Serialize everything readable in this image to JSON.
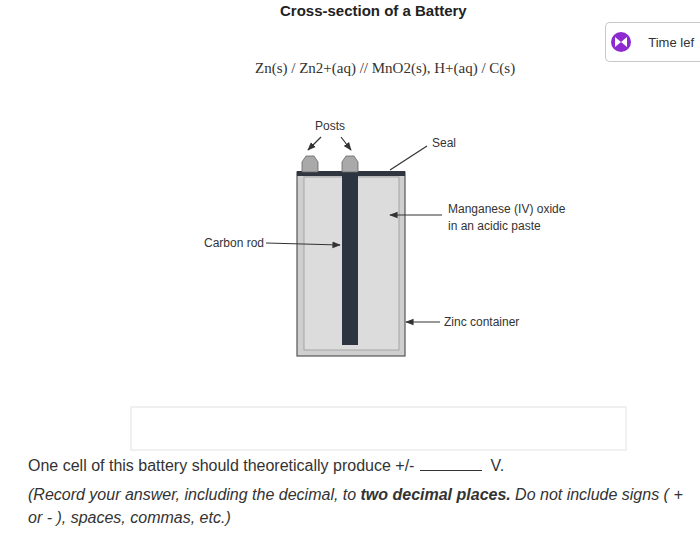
{
  "diagram": {
    "title": "Cross-section of a Battery",
    "nodes": [
      {
        "text": [
          "Time lef"
        ]
      }
    ],
    "labels": [
      "Zn(s) / Zn2+(aq) // MnO2(s), H+(aq) / C(s)",
      "Posts",
      "Seal",
      "Manganese (IV) oxide in an acidic paste",
      "Carbon rod",
      "Zinc container",
      "One cell of this battery should theoretically produce +/-",
      "V.",
      "(Record your answer, including the decimal, to",
      "two decimal places.",
      "Do not include signs ( + or - ), spaces, commas, etc.)"
    ]
  }
}
